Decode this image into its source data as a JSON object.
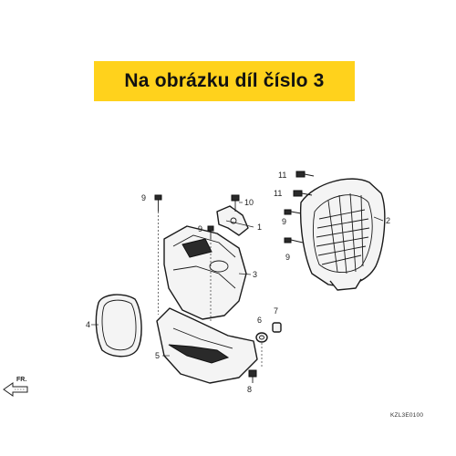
{
  "banner": {
    "text": "Na obrázku díl číslo 3",
    "color": "#ffd21c"
  },
  "callouts": {
    "c1": "1",
    "c2": "2",
    "c3": "3",
    "c4": "4",
    "c5": "5",
    "c6": "6",
    "c7": "7",
    "c8": "8",
    "c9a": "9",
    "c9b": "9",
    "c9c": "9",
    "c9d": "9",
    "c10": "10",
    "c11a": "11",
    "c11b": "11"
  },
  "direction_label": "FR.",
  "diagram_code": "KZL3E0100"
}
